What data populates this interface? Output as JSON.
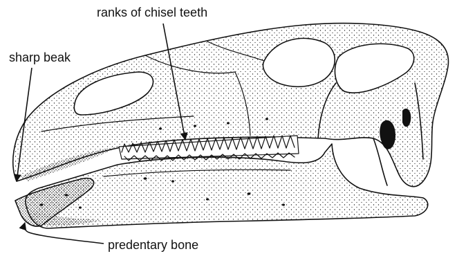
{
  "labels": {
    "teeth": "ranks of chisel teeth",
    "beak": "sharp beak",
    "predentary": "predentary bone"
  },
  "colors": {
    "ink": "#111111",
    "paper": "#ffffff"
  }
}
